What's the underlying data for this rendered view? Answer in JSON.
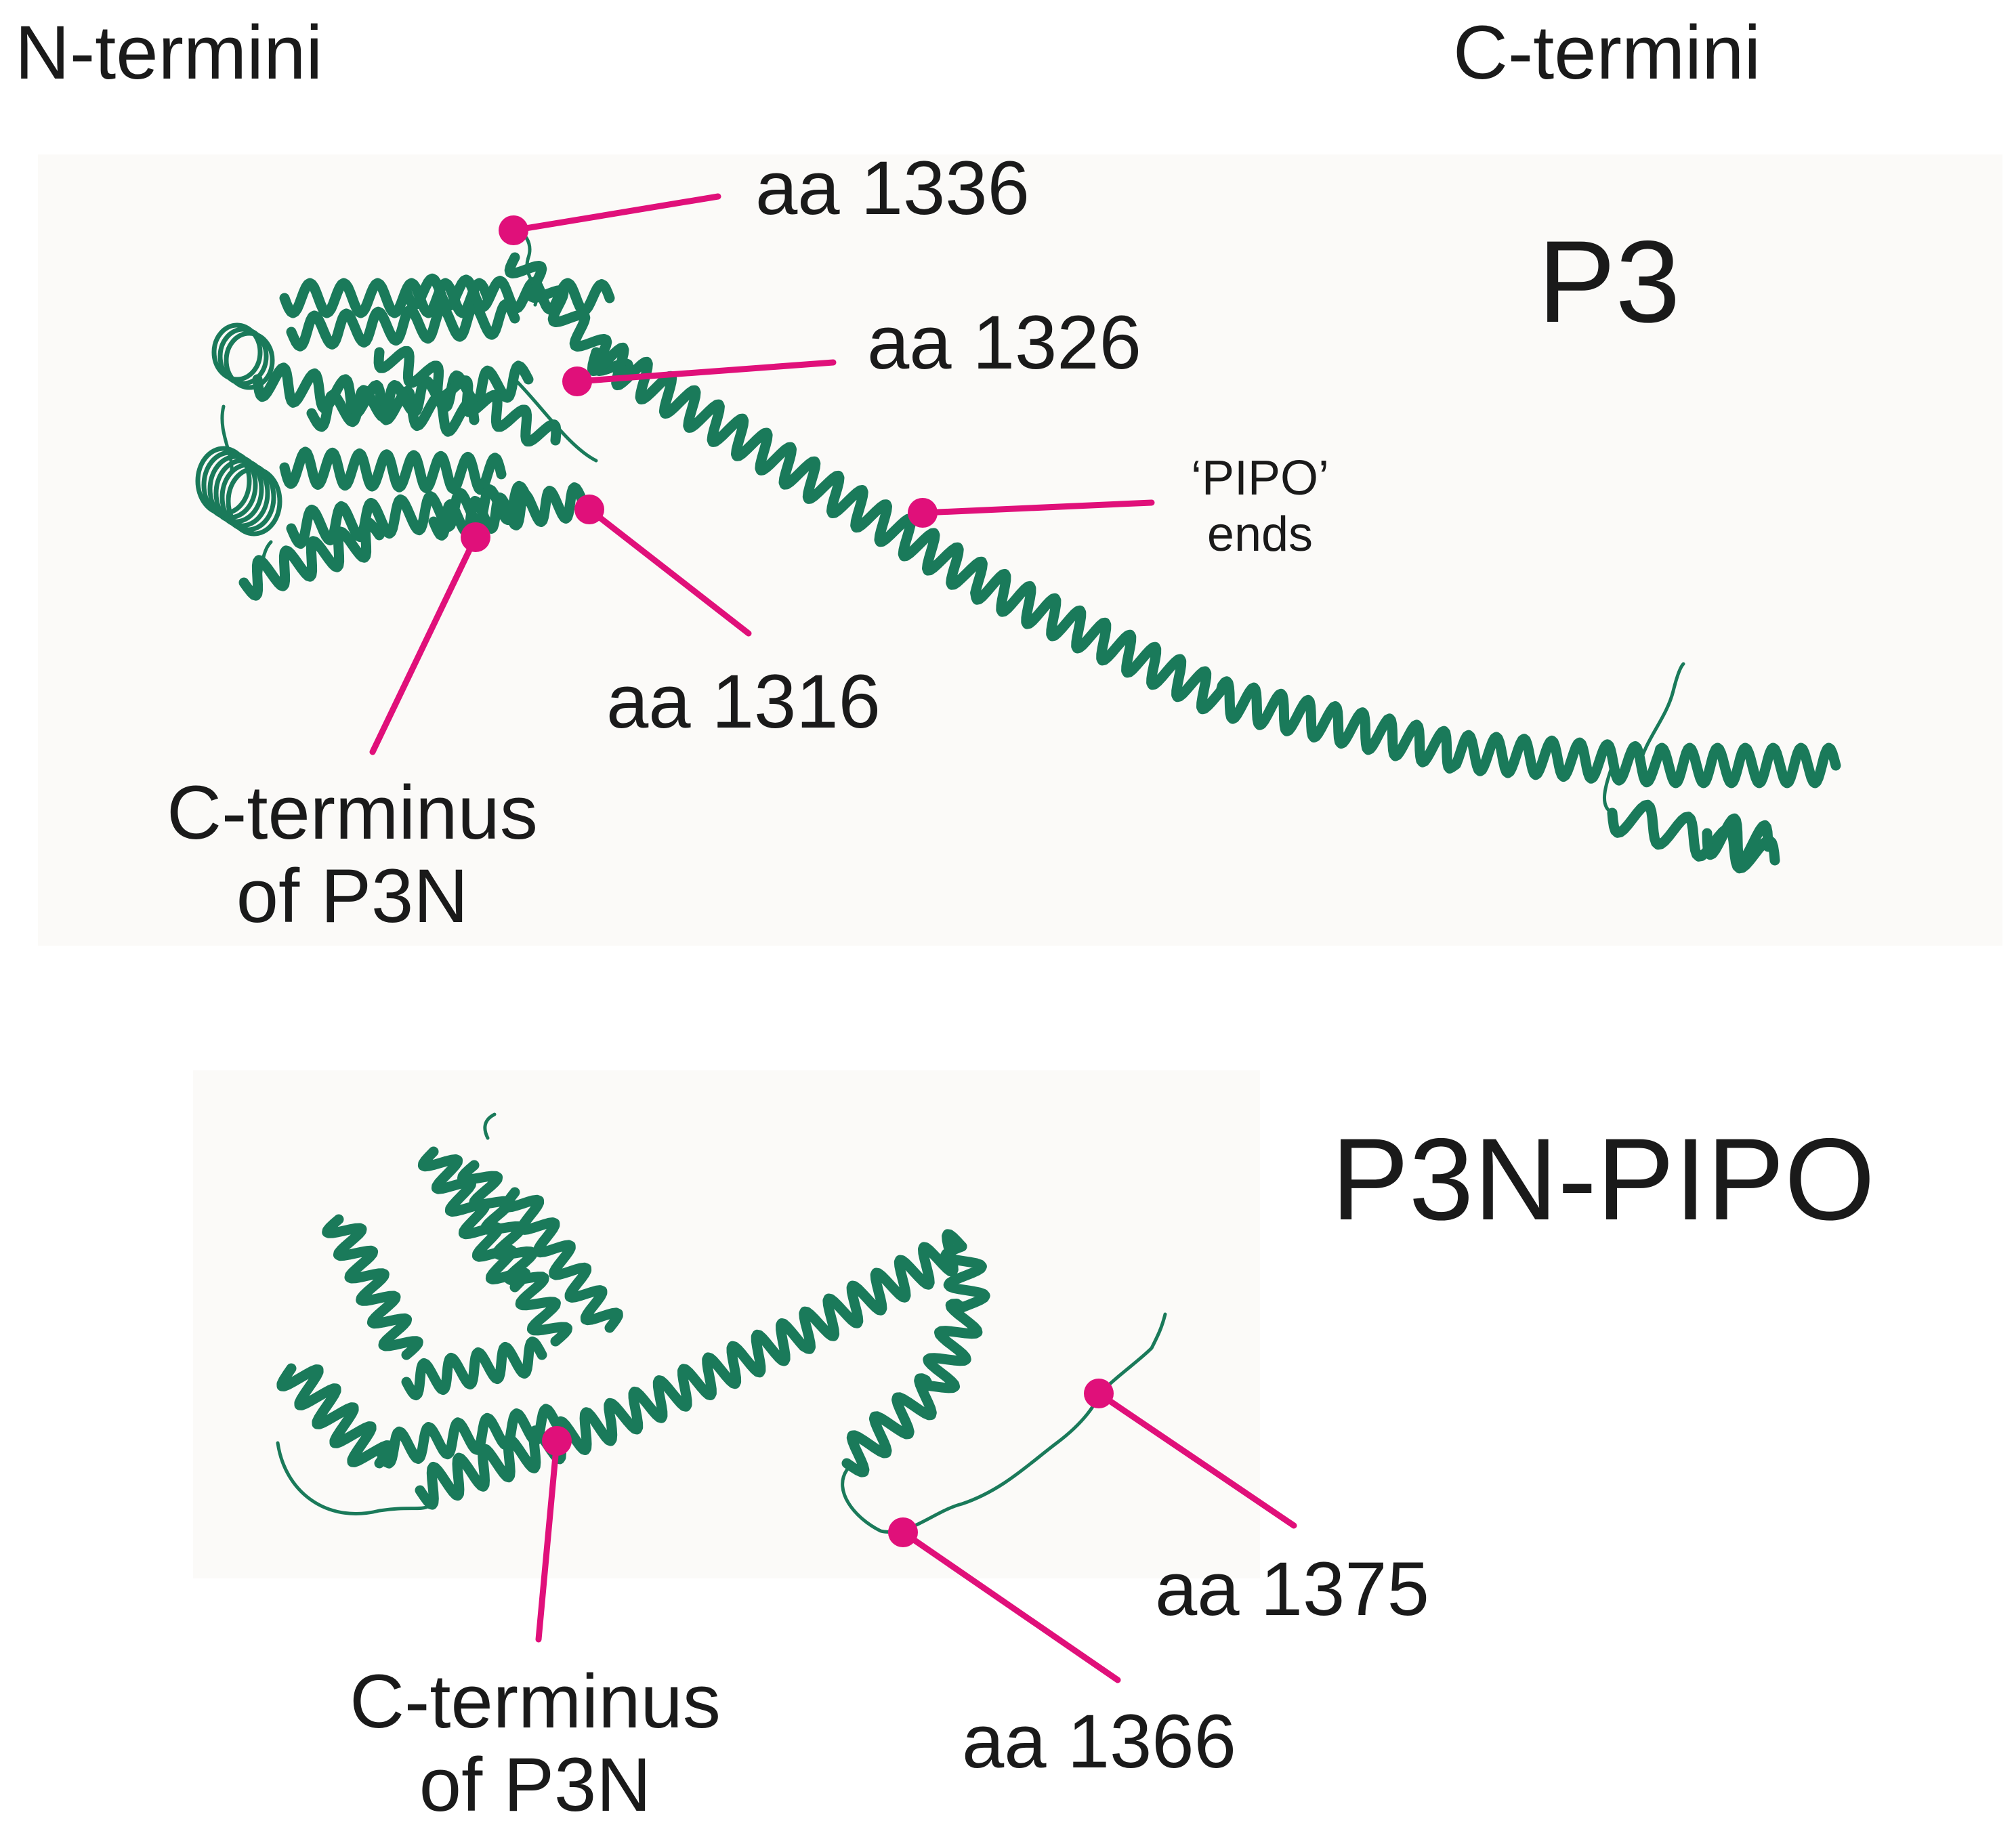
{
  "header": {
    "n_termini": "N-termini",
    "c_termini": "C-termini"
  },
  "panel_p3": {
    "title": "P3",
    "labels": {
      "aa1336": "aa 1336",
      "aa1326": "aa 1326",
      "aa1316": "aa 1316",
      "pipo_ends_line1": "‘PIPO’",
      "pipo_ends_line2": "ends",
      "cterm_line1": "C-terminus",
      "cterm_line2": "of P3N"
    }
  },
  "panel_p3n_pipo": {
    "title": "P3N-PIPO",
    "labels": {
      "cterm_line1": "C-terminus",
      "cterm_line2": "of P3N",
      "aa1366": "aa 1366",
      "aa1375": "aa 1375"
    }
  },
  "colors": {
    "protein": "#1a7a5a",
    "marker": "#e0107a",
    "panel_bg": "#fbfaf8"
  }
}
